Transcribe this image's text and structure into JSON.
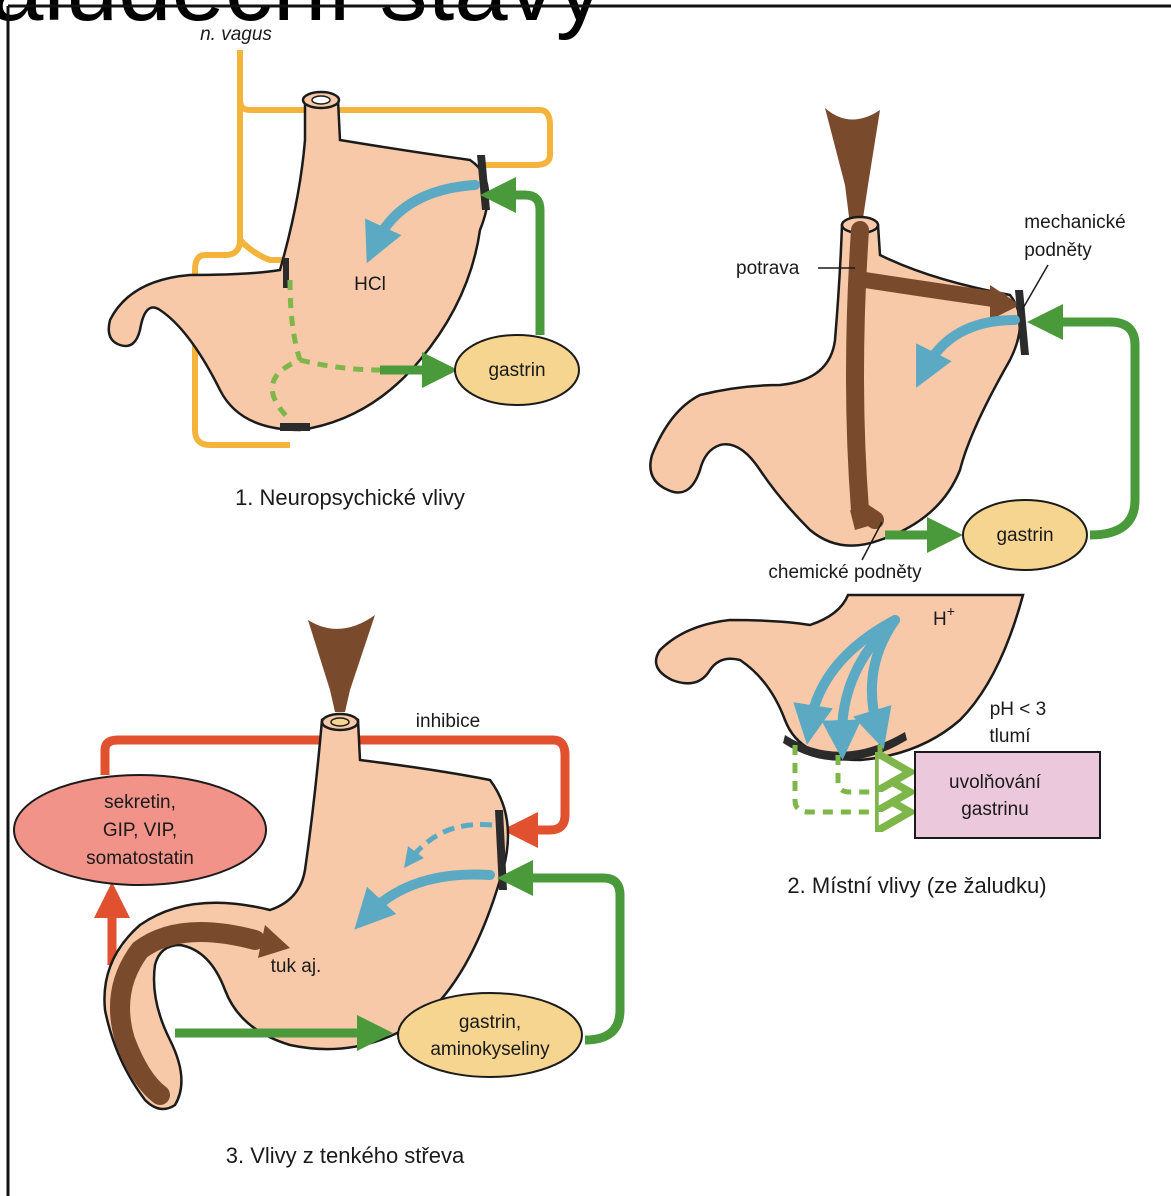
{
  "heading_fragment": "aludeční stavy",
  "panel1": {
    "nerve_label": "n. vagus",
    "acid_label": "HCl",
    "hormone_label": "gastrin",
    "caption": "1. Neuropsychické vlivy"
  },
  "panel2": {
    "food_label": "potrava",
    "mechanical_label_line1": "mechanické",
    "mechanical_label_line2": "podněty",
    "chemical_label": "chemické podněty",
    "hormone_label": "gastrin",
    "proton_label": "H",
    "proton_sup": "+",
    "ph_label_line1": "pH < 3",
    "ph_label_line2": "tlumí",
    "release_label_line1": "uvolňování",
    "release_label_line2": "gastrinu",
    "caption": "2. Místní vlivy (ze žaludku)"
  },
  "panel3": {
    "inhibition_label": "inhibice",
    "hormones_line1": "sekretin,",
    "hormones_line2": "GIP, VIP,",
    "hormones_line3": "somatostatin",
    "fat_label": "tuk aj.",
    "stimulus_line1": "gastrin,",
    "stimulus_line2": "aminokyseliny",
    "caption": "3. Vlivy z tenkého střeva"
  },
  "colors": {
    "stomach": "#f7c9a8",
    "nerve": "#f4b43c",
    "stimulation": "#4a9a3c",
    "inhibition": "#e1502f",
    "acid_flow": "#5ca9c4",
    "food": "#7a4a2c"
  }
}
